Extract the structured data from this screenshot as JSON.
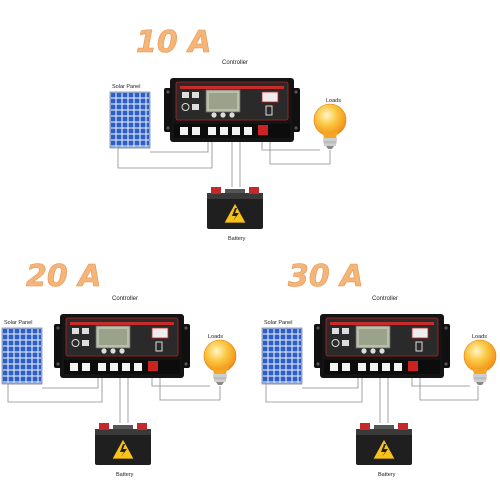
{
  "diagrams": [
    {
      "rating": "10 A",
      "controller_label": "Controller",
      "panel_label": "Solar Panel",
      "loads_label": "Loads",
      "battery_label": "Battery"
    },
    {
      "rating": "20 A",
      "controller_label": "Controller",
      "panel_label": "Solar Panel",
      "loads_label": "Loads",
      "battery_label": "Battery"
    },
    {
      "rating": "30 A",
      "controller_label": "Controller",
      "panel_label": "Solar Panel",
      "loads_label": "Loads",
      "battery_label": "Battery"
    }
  ],
  "colors": {
    "rating_text": "#f4b57a",
    "controller_body": "#1b1b1b",
    "panel_cell": "#2e5fc7",
    "bulb": "#f8a51b",
    "battery": "#232323"
  }
}
